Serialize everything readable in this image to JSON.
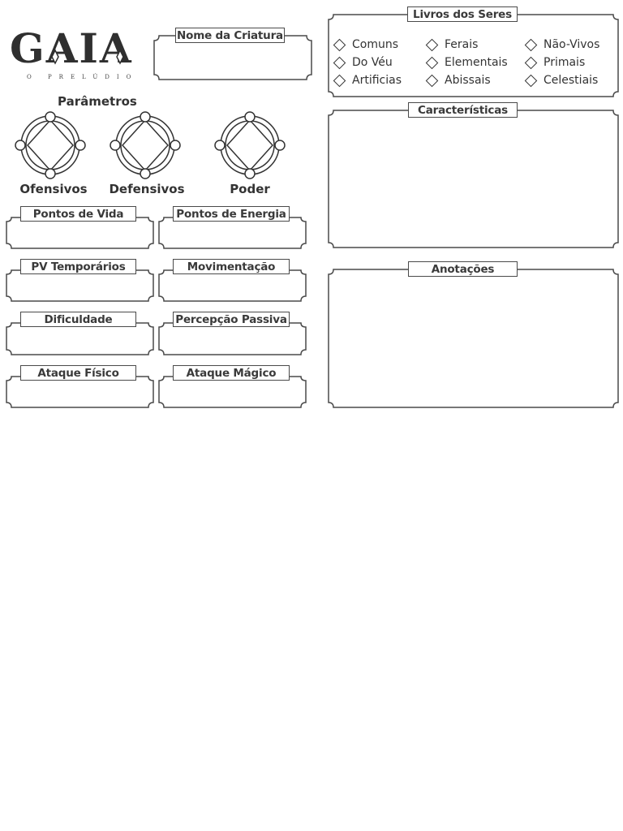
{
  "logo": {
    "title": "GAIA",
    "subtitle": "O PRELÚDIO"
  },
  "creature_name_label": "Nome da Criatura",
  "parameters": {
    "title": "Parâmetros",
    "items": [
      "Ofensivos",
      "Defensivos",
      "Poder"
    ]
  },
  "stats": {
    "hp": "Pontos de Vida",
    "energy": "Pontos de Energia",
    "temp_hp": "PV Temporários",
    "movement": "Movimentação",
    "difficulty": "Dificuldade",
    "passive_perception": "Percepção Passiva",
    "physical_attack": "Ataque Físico",
    "magic_attack": "Ataque Mágico"
  },
  "books": {
    "title": "Livros dos Seres",
    "items": [
      "Comuns",
      "Ferais",
      "Não-Vivos",
      "Do Véu",
      "Elementais",
      "Primais",
      "Artificias",
      "Abissais",
      "Celestiais"
    ]
  },
  "characteristics_label": "Características",
  "notes_label": "Anotações"
}
